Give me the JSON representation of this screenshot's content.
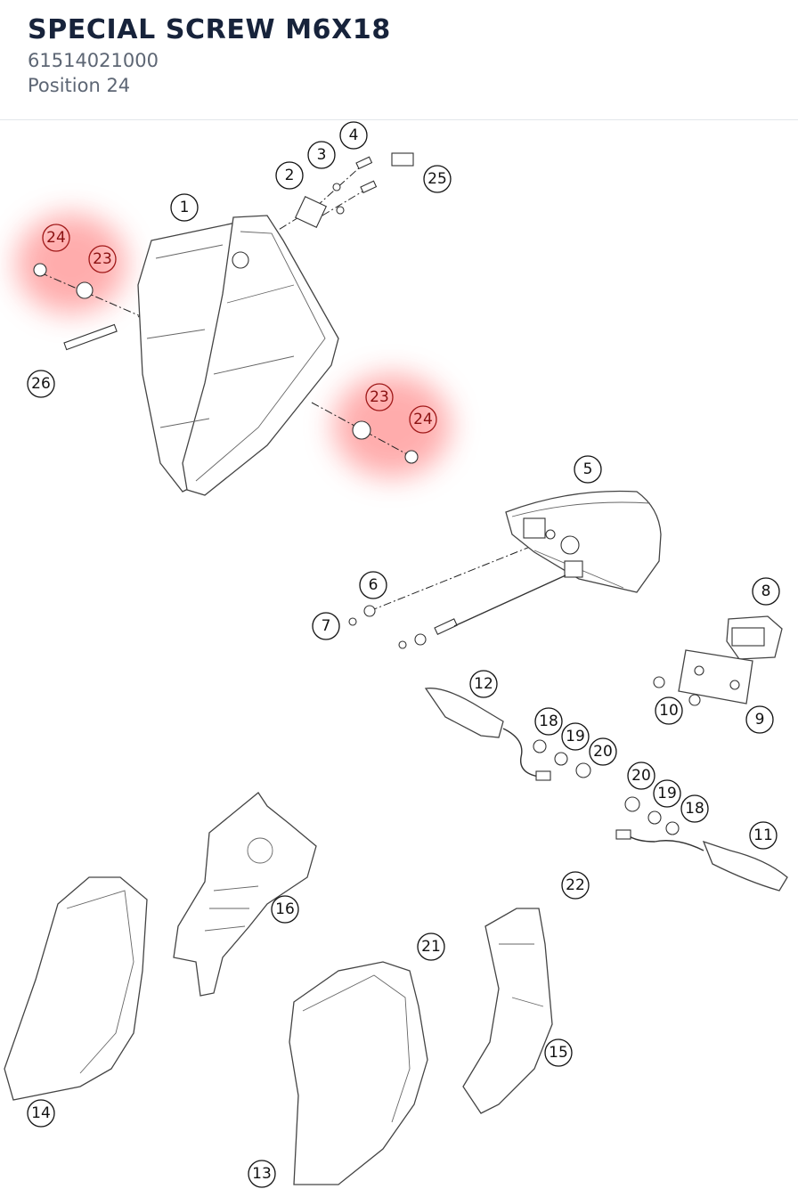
{
  "header": {
    "title": "SPECIAL SCREW M6X18",
    "part_number": "61514021000",
    "position": "Position 24"
  },
  "colors": {
    "highlight": "#ff6b6b",
    "title": "#17233b",
    "subtitle": "#5d6674"
  },
  "callouts": {
    "c1": "1",
    "c2": "2",
    "c3": "3",
    "c4": "4",
    "c5": "5",
    "c6": "6",
    "c7": "7",
    "c8": "8",
    "c9": "9",
    "c10": "10",
    "c11": "11",
    "c12": "12",
    "c13": "13",
    "c14": "14",
    "c15": "15",
    "c16": "16",
    "c18a": "18",
    "c18b": "18",
    "c19a": "19",
    "c19b": "19",
    "c20a": "20",
    "c20b": "20",
    "c21": "21",
    "c22": "22",
    "c23a": "23",
    "c23b": "23",
    "c24a": "24",
    "c24b": "24",
    "c25": "25",
    "c26": "26"
  }
}
